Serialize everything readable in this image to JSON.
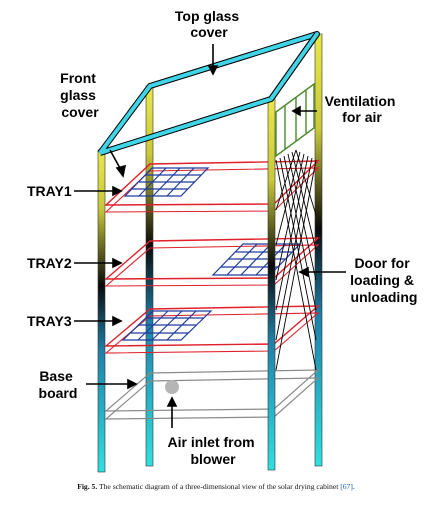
{
  "labels": {
    "top_glass_cover": [
      "Top glass",
      "cover"
    ],
    "front_glass_cover": [
      "Front",
      "glass",
      "cover"
    ],
    "ventilation": [
      "Ventilation",
      "for air"
    ],
    "tray1": "TRAY1",
    "tray2": "TRAY2",
    "tray3": "TRAY3",
    "door": [
      "Door for",
      "loading &",
      "unloading"
    ],
    "base_board": [
      "Base",
      "board"
    ],
    "air_inlet": [
      "Air inlet from",
      "blower"
    ]
  },
  "caption": {
    "prefix": "Fig. 5.",
    "text": " The schematic diagram of a three-dimensional view of the solar drying cabinet ",
    "ref": "[67]",
    "suffix": "."
  },
  "colors": {
    "tray_outline": "#e0202a",
    "tray_grid": "#1f3c9e",
    "door_lines": "#000000",
    "ventilation": "#4a8a2a",
    "base": "#8a8a8a",
    "inlet": "#b5b5b5",
    "roof": "#3fd4e6",
    "post_top": "#e8e84a",
    "post_mid": "#0a0a0a",
    "post_bottom": "#2fe0e0"
  }
}
